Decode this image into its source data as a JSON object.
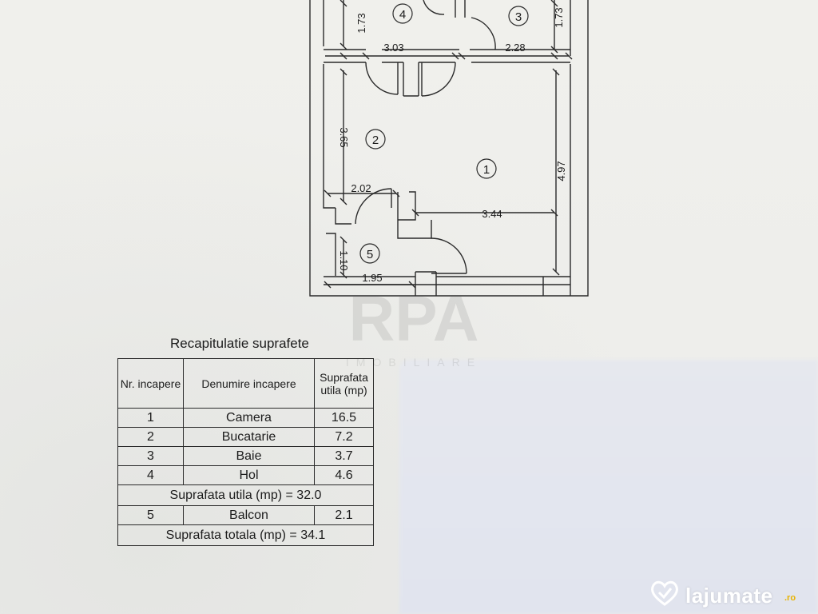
{
  "plan": {
    "rooms": [
      {
        "number": "1"
      },
      {
        "number": "2"
      },
      {
        "number": "3"
      },
      {
        "number": "4"
      },
      {
        "number": "5"
      }
    ],
    "dimensions": {
      "d_173_left": "1.73",
      "d_173_right": "1.73",
      "d_303": "3.03",
      "d_228": "2.28",
      "d_365": "3.65",
      "d_497": "4.97",
      "d_202": "2.02",
      "d_344": "3.44",
      "d_110": "1.10",
      "d_195": "1.95"
    },
    "watermark": {
      "logo_text": "RPA",
      "sub_text": "IMOBILIARE"
    }
  },
  "summary": {
    "title": "Recapitulatie suprafete",
    "headers": {
      "nr": "Nr. incapere",
      "name": "Denumire incapere",
      "area": "Suprafata utila (mp)"
    },
    "rows": [
      {
        "nr": "1",
        "name": "Camera",
        "area": "16.5"
      },
      {
        "nr": "2",
        "name": "Bucatarie",
        "area": "7.2"
      },
      {
        "nr": "3",
        "name": "Baie",
        "area": "3.7"
      },
      {
        "nr": "4",
        "name": "Hol",
        "area": "4.6"
      }
    ],
    "subtotal_label": "Suprafata utila (mp) = 32.0",
    "balcony_row": {
      "nr": "5",
      "name": "Balcon",
      "area": "2.1"
    },
    "total_label": "Suprafata totala (mp) = 34.1"
  },
  "branding": {
    "site_name": "lajumate",
    "site_tld": ".ro",
    "accent_color": "#e8b300"
  }
}
